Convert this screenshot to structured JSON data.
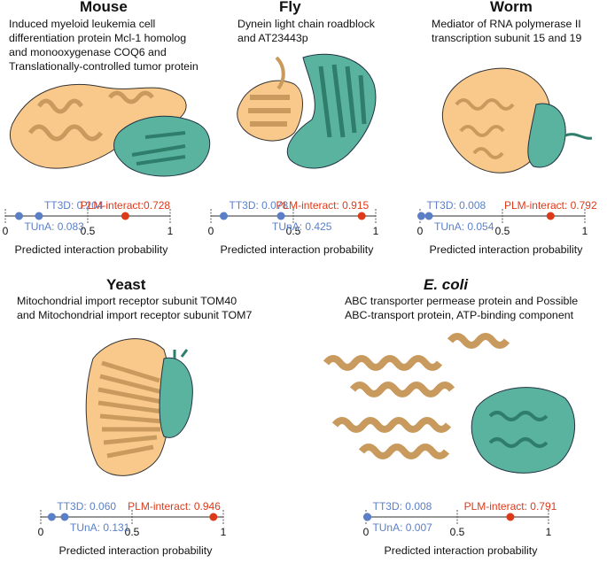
{
  "colors": {
    "protein_a": "#f9c98b",
    "protein_b": "#5ab39e",
    "outline": "#333333",
    "baseline_method": "#5b7fc7",
    "plm_interact": "#dd3a1a",
    "axis": "#888888"
  },
  "panels": [
    {
      "id": "mouse",
      "species": "Mouse",
      "species_italic": false,
      "description": "Induced myeloid leukemia cell\ndifferentiation protein Mcl-1 homolog\nand monooxygenase COQ6 and\nTranslationally-controlled tumor protein",
      "scores": {
        "tt3d_label": "TT3D: 0.204",
        "tt3d": 0.204,
        "tuna_label": "TUnA: 0.083",
        "tuna": 0.083,
        "plm_label": "PLM-interact:0.728",
        "plm": 0.728
      },
      "axis_ticks": [
        "0",
        "0.5",
        "1"
      ],
      "axis_label": "Predicted interaction probability"
    },
    {
      "id": "fly",
      "species": "Fly",
      "species_italic": false,
      "description": "Dynein light chain roadblock\nand AT23443p",
      "scores": {
        "tt3d_label": "TT3D: 0.078",
        "tt3d": 0.078,
        "tuna_label": "TUnA: 0.425",
        "tuna": 0.425,
        "plm_label": "PLM-interact: 0.915",
        "plm": 0.915
      },
      "axis_ticks": [
        "0",
        "0.5",
        "1"
      ],
      "axis_label": "Predicted interaction probability"
    },
    {
      "id": "worm",
      "species": "Worm",
      "species_italic": false,
      "description": "Mediator of RNA polymerase II\ntranscription subunit 15 and 19",
      "scores": {
        "tt3d_label": "TT3D: 0.008",
        "tt3d": 0.008,
        "tuna_label": "TUnA: 0.054",
        "tuna": 0.054,
        "plm_label": "PLM-interact: 0.792",
        "plm": 0.792
      },
      "axis_ticks": [
        "0",
        "0.5",
        "1"
      ],
      "axis_label": "Predicted interaction probability"
    },
    {
      "id": "yeast",
      "species": "Yeast",
      "species_italic": false,
      "description": "Mitochondrial import receptor subunit TOM40\nand Mitochondrial import receptor subunit TOM7",
      "scores": {
        "tt3d_label": "TT3D: 0.060",
        "tt3d": 0.06,
        "tuna_label": "TUnA: 0.131",
        "tuna": 0.131,
        "plm_label": "PLM-interact: 0.946",
        "plm": 0.946
      },
      "axis_ticks": [
        "0",
        "0.5",
        "1"
      ],
      "axis_label": "Predicted interaction probability"
    },
    {
      "id": "ecoli",
      "species": "E. coli",
      "species_italic": true,
      "description": "ABC transporter permease protein and Possible\nABC-transport protein, ATP-binding component",
      "scores": {
        "tt3d_label": "TT3D: 0.008",
        "tt3d": 0.008,
        "tuna_label": "TUnA: 0.007",
        "tuna": 0.007,
        "plm_label": "PLM-interact: 0.791",
        "plm": 0.791
      },
      "axis_ticks": [
        "0",
        "0.5",
        "1"
      ],
      "axis_label": "Predicted interaction probability"
    }
  ]
}
